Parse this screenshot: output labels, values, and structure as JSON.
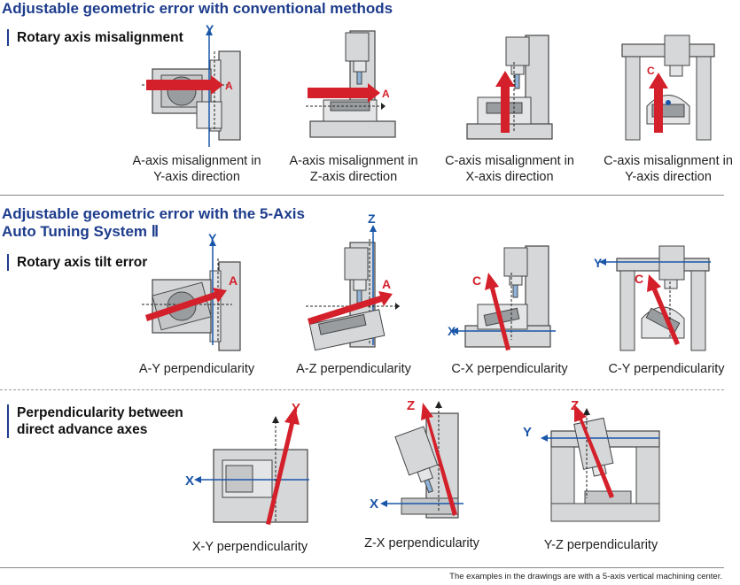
{
  "sections": [
    {
      "title": "Adjustable geometric error with conventional methods",
      "subtitle": "Rotary axis misalignment",
      "captions": [
        [
          "A-axis misalignment in",
          "Y-axis direction"
        ],
        [
          "A-axis misalignment in",
          "Z-axis direction"
        ],
        [
          "C-axis misalignment in",
          "X-axis direction"
        ],
        [
          "C-axis misalignment in",
          "Y-axis direction"
        ]
      ]
    },
    {
      "title_line1": "Adjustable geometric error with the 5-Axis",
      "title_line2": "Auto Tuning System Ⅱ",
      "subtitle": "Rotary axis tilt error",
      "captions": [
        "A-Y perpendicularity",
        "A-Z perpendicularity",
        "C-X perpendicularity",
        "C-Y perpendicularity"
      ]
    },
    {
      "subtitle_line1": "Perpendicularity between",
      "subtitle_line2": "direct advance axes",
      "captions": [
        "X-Y perpendicularity",
        "Z-X perpendicularity",
        "Y-Z perpendicularity"
      ]
    }
  ],
  "axis_labels": {
    "y": "Y",
    "z": "Z",
    "x": "X",
    "a": "A",
    "c": "C"
  },
  "colors": {
    "heading": "#1d3c8c",
    "axis_blue": "#1a56a8",
    "arrow_red": "#d4202a",
    "machine_gray": "#d5d7d9",
    "machine_edge": "#444444"
  },
  "footnote": "The examples in the drawings are with a 5-axis vertical machining center."
}
